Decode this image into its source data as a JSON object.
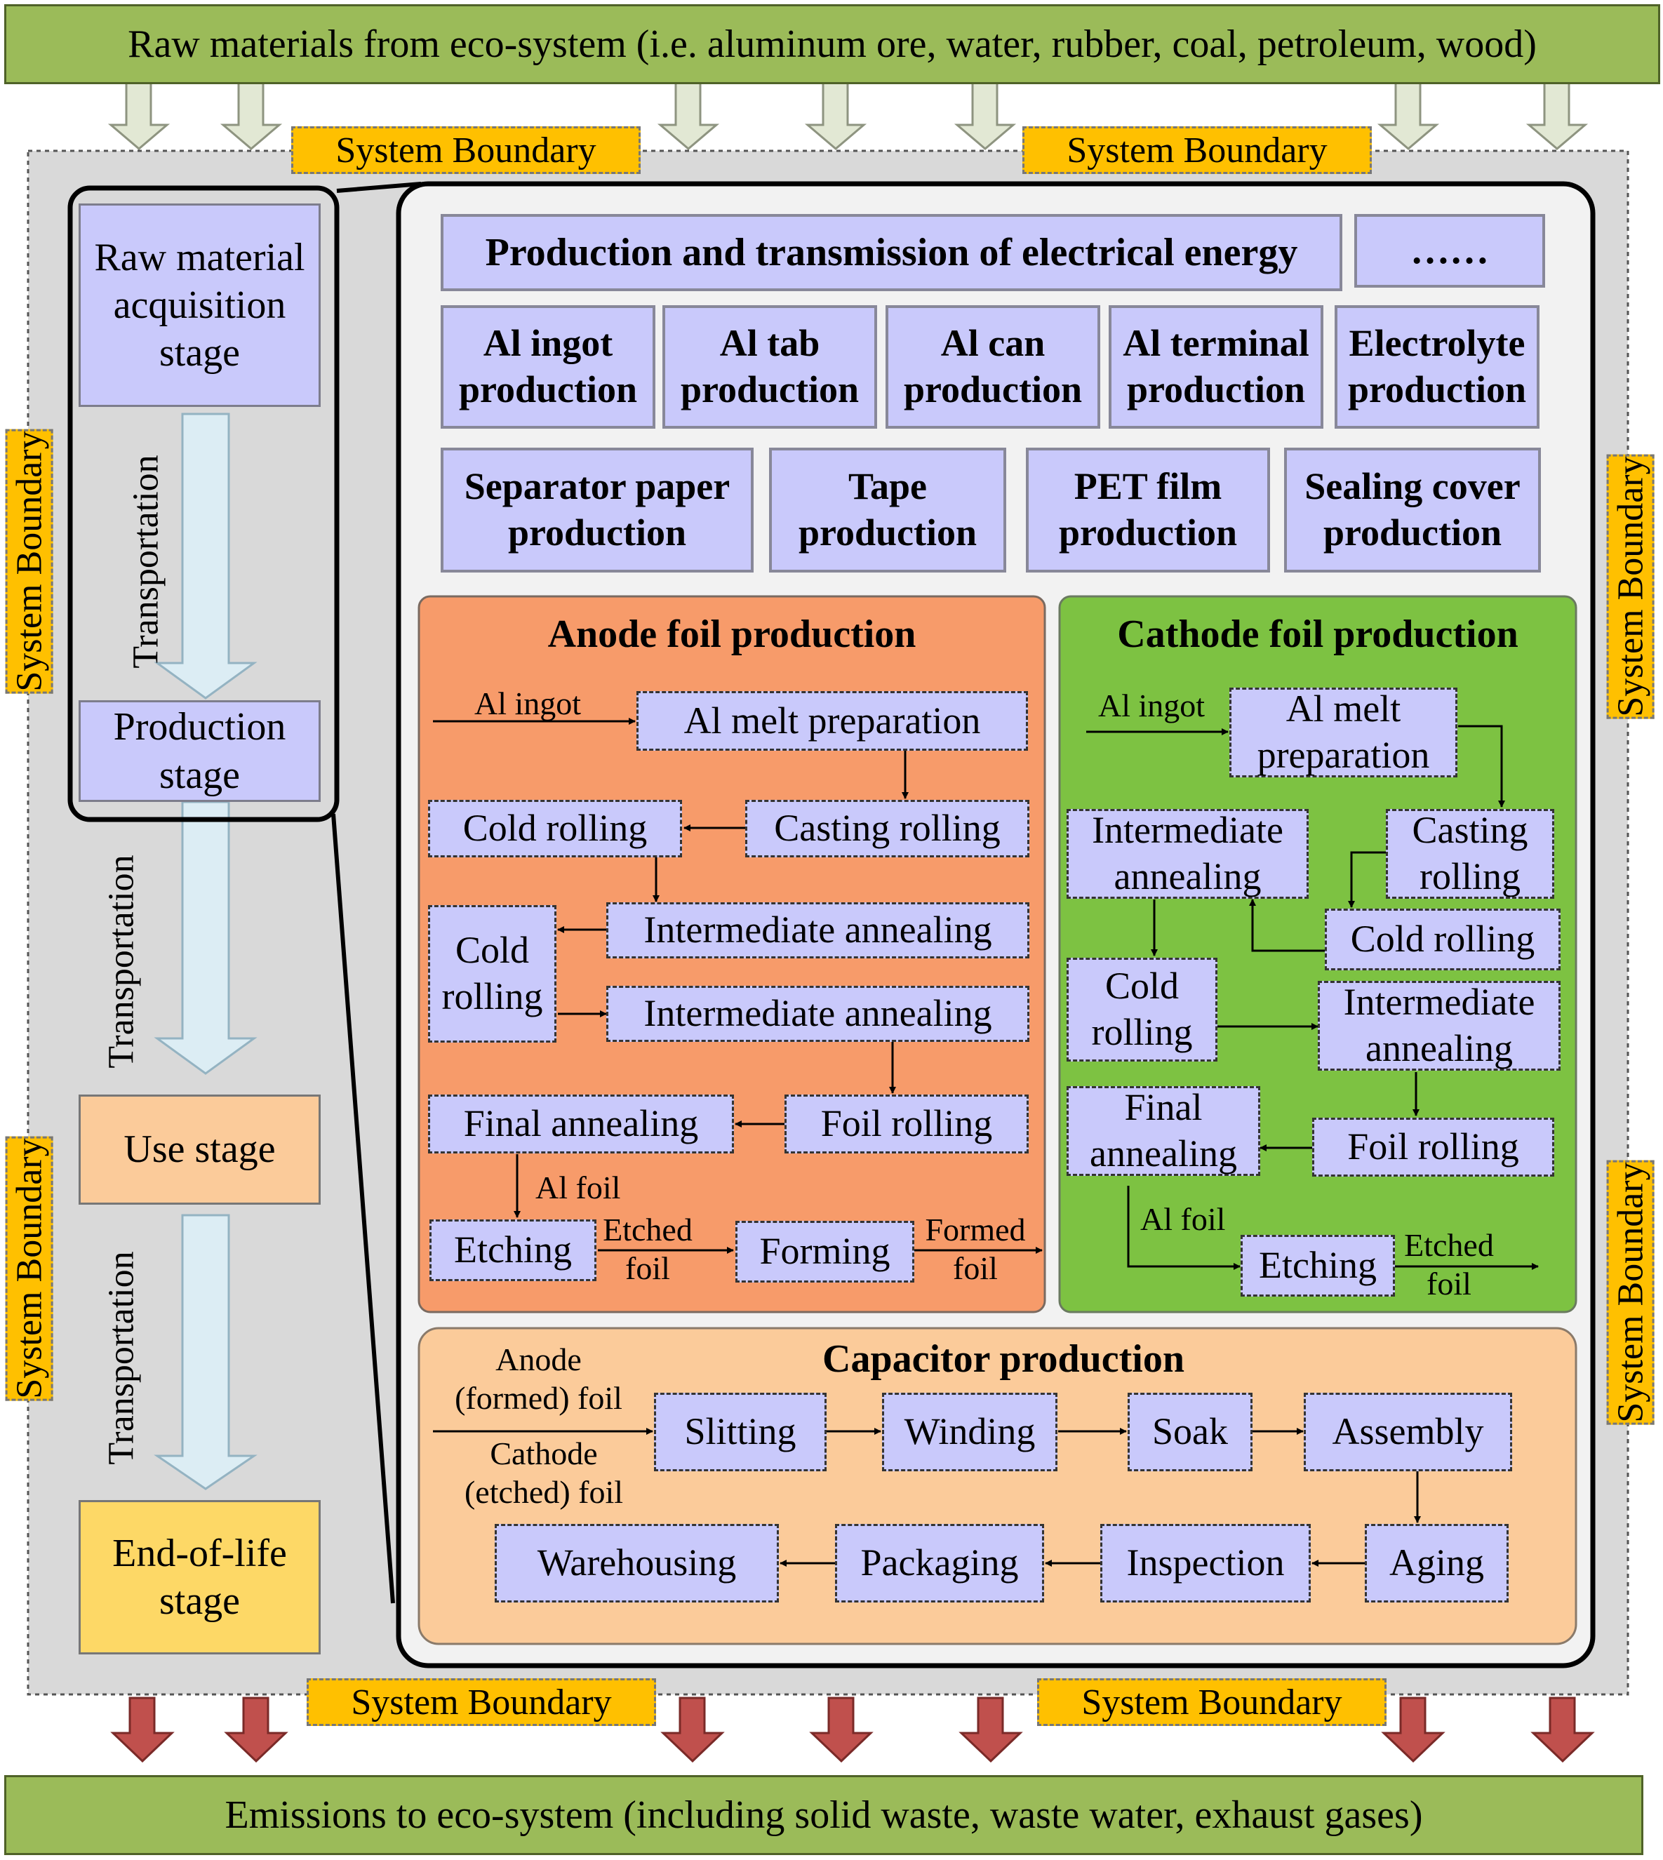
{
  "top_banner": "Raw materials from eco-system (i.e. aluminum ore, water, rubber, coal, petroleum, wood)",
  "bottom_banner": "Emissions to eco-system (including solid waste, waste water, exhaust gases)",
  "system_boundary": "System Boundary",
  "transportation": "Transportation",
  "stages": {
    "raw": "Raw material acquisition stage",
    "production": "Production stage",
    "use": "Use stage",
    "eol": "End-of-life stage"
  },
  "upstream": {
    "electrical": "Production and transmission of electrical energy",
    "more": "……",
    "row1": [
      "Al ingot production",
      "Al tab production",
      "Al can production",
      "Al terminal production",
      "Electrolyte production"
    ],
    "row2": [
      "Separator paper production",
      "Tape production",
      "PET film production",
      "Sealing cover production"
    ]
  },
  "anode": {
    "title": "Anode foil production",
    "input": "Al ingot",
    "melt": "Al melt preparation",
    "casting": "Casting rolling",
    "cold1": "Cold rolling",
    "anneal1": "Intermediate annealing",
    "cold2": "Cold rolling",
    "anneal2": "Intermediate annealing",
    "foil_rolling": "Foil rolling",
    "final": "Final annealing",
    "al_foil": "Al foil",
    "etching": "Etching",
    "etched_foil": "Etched foil",
    "forming": "Forming",
    "formed_foil": "Formed foil"
  },
  "cathode": {
    "title": "Cathode foil production",
    "input": "Al ingot",
    "melt": "Al melt preparation",
    "casting": "Casting rolling",
    "cold1": "Cold rolling",
    "anneal1": "Intermediate annealing",
    "cold2": "Cold rolling",
    "anneal2": "Intermediate annealing",
    "foil_rolling": "Foil rolling",
    "final": "Final annealing",
    "al_foil": "Al foil",
    "etching": "Etching",
    "etched_foil": "Etched foil"
  },
  "capacitor": {
    "title": "Capacitor production",
    "anode_in": "Anode (formed) foil",
    "cathode_in": "Cathode (etched) foil",
    "slitting": "Slitting",
    "winding": "Winding",
    "soak": "Soak",
    "assembly": "Assembly",
    "aging": "Aging",
    "inspection": "Inspection",
    "packaging": "Packaging",
    "warehousing": "Warehousing"
  },
  "colors": {
    "banner_green": "#9bbb59",
    "process_lavender": "#c9c9fb",
    "boundary_orange": "#ffc000",
    "anode_orange": "#f79b6a",
    "cathode_green": "#7dc242",
    "capacitor_peach": "#fbcb9a",
    "use_stage": "#fbcb9a",
    "eol_stage": "#fdd866",
    "input_arrow": "#e2e8d4",
    "emission_arrow": "#c0504d",
    "transport_arrow": "#dcedf4"
  }
}
